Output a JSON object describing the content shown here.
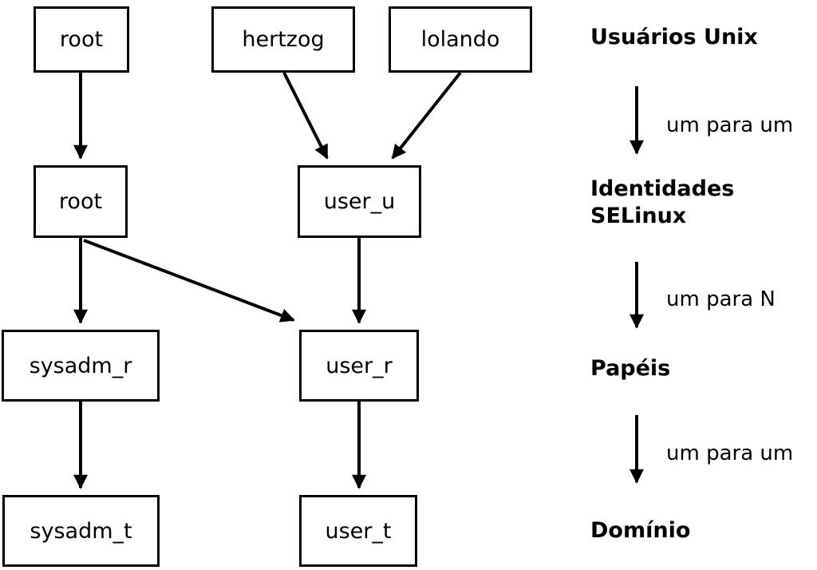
{
  "diagram": {
    "nodes": {
      "unix_root": {
        "label": "root"
      },
      "hertzog": {
        "label": "hertzog"
      },
      "lolando": {
        "label": "lolando"
      },
      "selinux_root": {
        "label": "root"
      },
      "user_u": {
        "label": "user_u"
      },
      "sysadm_r": {
        "label": "sysadm_r"
      },
      "user_r": {
        "label": "user_r"
      },
      "sysadm_t": {
        "label": "sysadm_t"
      },
      "user_t": {
        "label": "user_t"
      }
    },
    "legend": {
      "level1": "Usuários Unix",
      "rel1": "um para um",
      "level2": "Identidades SELinux",
      "rel2": "um para N",
      "level3": "Papéis",
      "rel3": "um para um",
      "level4": "Domínio"
    },
    "colors": {
      "stroke": "#000000",
      "background": "#ffffff"
    }
  }
}
